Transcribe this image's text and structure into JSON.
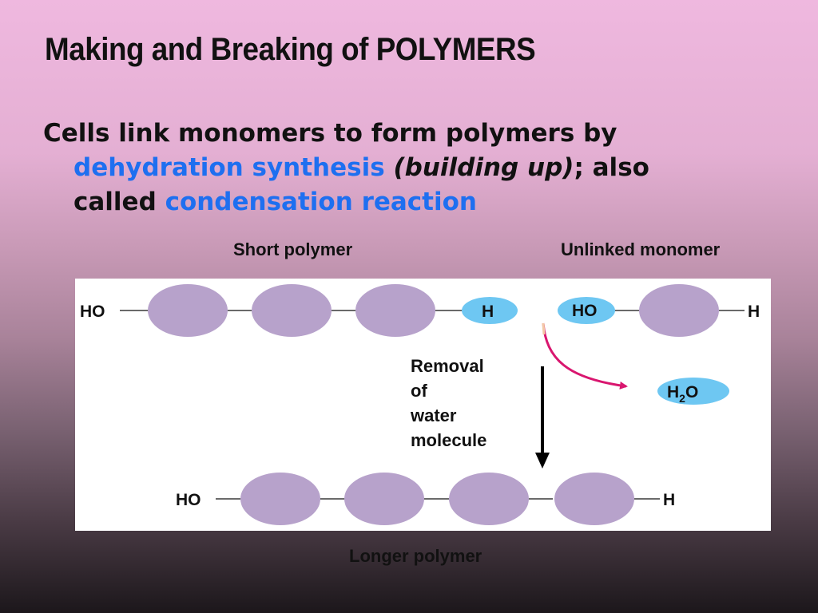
{
  "slide": {
    "title": "Making and Breaking of POLYMERS",
    "body": {
      "part1": "Cells link monomers to form polymers by",
      "term1": "dehydration synthesis",
      "part2": " ",
      "paren": "(building up)",
      "part3": "; also",
      "part4": "called ",
      "term2": "condensation reaction"
    }
  },
  "diagram": {
    "labels": {
      "short_polymer": "Short polymer",
      "unlinked_monomer": "Unlinked monomer",
      "longer_polymer": "Longer polymer"
    },
    "chem": {
      "ho_left": "HO",
      "h_bubble": "H",
      "ho_bubble": "HO",
      "h_right": "H",
      "water_h": "H",
      "water_sub": "2",
      "water_o": "O",
      "ho_bottom": "HO",
      "h_bottom": "H"
    },
    "removal_lines": [
      "Removal",
      "of",
      "water",
      "molecule"
    ],
    "colors": {
      "monomer": "#b7a2cb",
      "bubble": "#6ec7f2",
      "arrow_pink": "#d9166f",
      "arrow_black": "#000000"
    }
  }
}
